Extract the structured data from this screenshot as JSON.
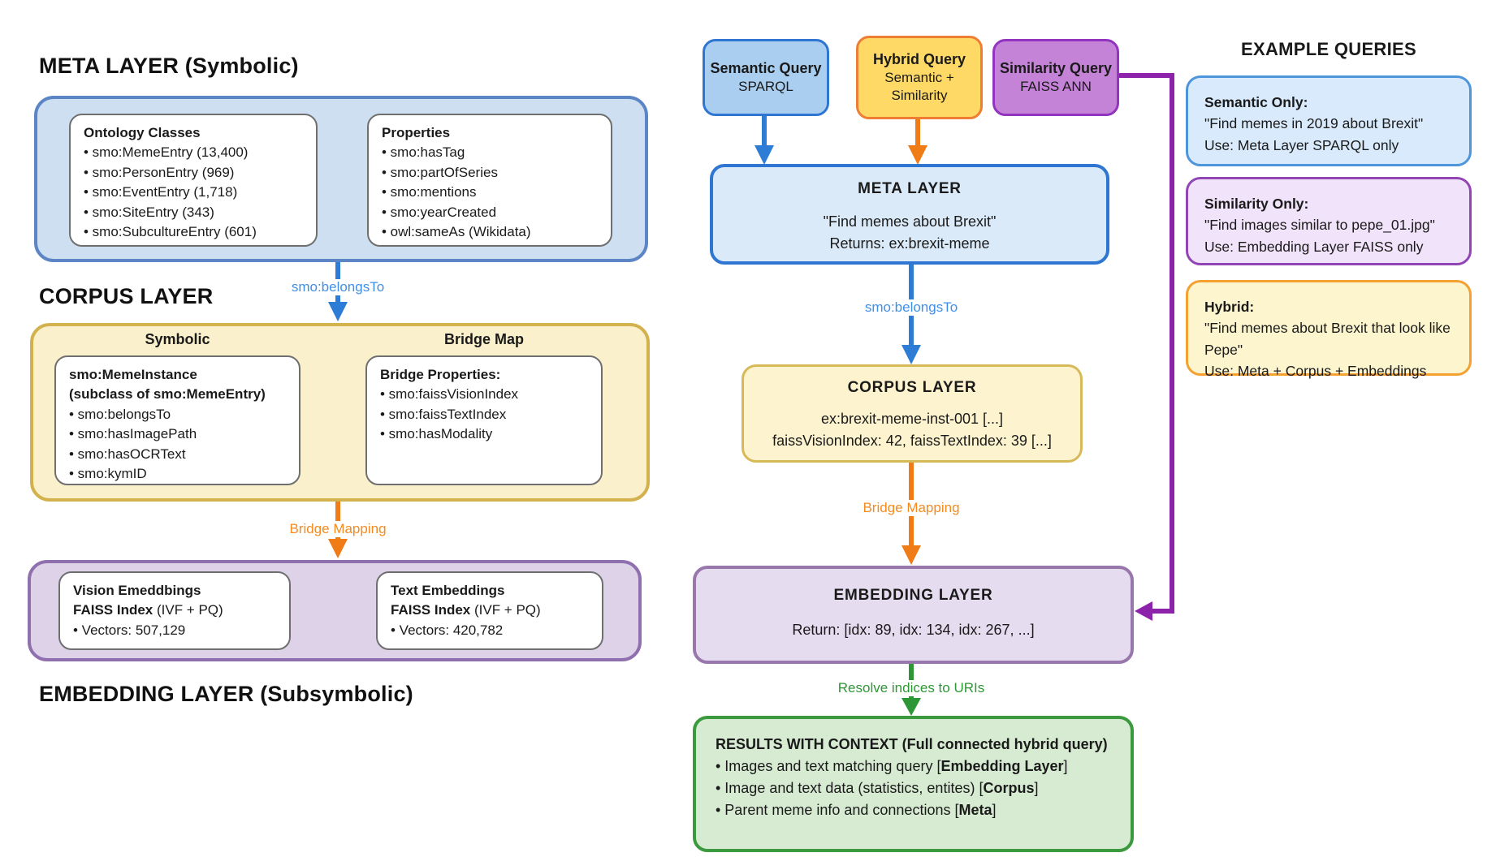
{
  "left": {
    "meta": {
      "title": "META LAYER (Symbolic)",
      "ontology": {
        "title": "Ontology Classes",
        "items": [
          "• smo:MemeEntry (13,400)",
          "• smo:PersonEntry (969)",
          "• smo:EventEntry (1,718)",
          "• smo:SiteEntry (343)",
          "• smo:SubcultureEntry (601)"
        ]
      },
      "properties": {
        "title": "Properties",
        "items": [
          "• smo:hasTag",
          "• smo:partOfSeries",
          "• smo:mentions",
          "• smo:yearCreated",
          "• owl:sameAs (Wikidata)"
        ]
      }
    },
    "belongs_label": "smo:belongsTo",
    "corpus": {
      "title": "CORPUS LAYER",
      "symbolic_header": "Symbolic",
      "bridge_header": "Bridge Map",
      "meme_instance": {
        "title_line1": "smo:MemeInstance",
        "title_line2": "(subclass of smo:MemeEntry)",
        "items": [
          "• smo:belongsTo",
          "• smo:hasImagePath",
          "• smo:hasOCRText",
          "• smo:kymID"
        ]
      },
      "bridge_props": {
        "title": "Bridge Properties:",
        "items": [
          "• smo:faissVisionIndex",
          "• smo:faissTextIndex",
          "• smo:hasModality"
        ]
      }
    },
    "bridge_label": "Bridge Mapping",
    "embedding": {
      "title": "EMBEDDING LAYER (Subsymbolic)",
      "vision": {
        "line1_bold": "Vision Emeddbings",
        "line2_bold": "FAISS Index",
        "line2_rest": " (IVF + PQ)",
        "line3": "• Vectors: 507,129"
      },
      "text": {
        "line1_bold": "Text Embeddings",
        "line2_bold": "FAISS Index",
        "line2_rest": " (IVF + PQ)",
        "line3": "• Vectors: 420,782"
      }
    }
  },
  "flow": {
    "queries": [
      {
        "title": "Semantic Query",
        "line1": "SPARQL",
        "line2": ""
      },
      {
        "title": "Hybrid Query",
        "line1": "Semantic +",
        "line2": "Similarity"
      },
      {
        "title": "Similarity Query",
        "line1": "FAISS ANN",
        "line2": ""
      }
    ],
    "meta_box": {
      "title": "META LAYER",
      "line1": "\"Find memes about Brexit\"",
      "line2": "Returns: ex:brexit-meme"
    },
    "belongs_label": "smo:belongsTo",
    "corpus_box": {
      "title": "CORPUS LAYER",
      "line1": "ex:brexit-meme-inst-001 [...]",
      "line2": "faissVisionIndex: 42, faissTextIndex: 39 [...]"
    },
    "bridge_label": "Bridge Mapping",
    "embedding_box": {
      "title": "EMBEDDING LAYER",
      "line1": "Return: [idx: 89, idx: 134, idx: 267, ...]"
    },
    "resolve_label": "Resolve indices to URIs",
    "results": {
      "title": "RESULTS WITH CONTEXT (Full connected hybrid query)",
      "bullets": [
        {
          "pre": "• Images and text matching query [",
          "bold": "Embedding Layer",
          "post": "]"
        },
        {
          "pre": "• Image and text data (statistics, entites) [",
          "bold": "Corpus",
          "post": "]"
        },
        {
          "pre": "• Parent meme info and connections [",
          "bold": "Meta",
          "post": "]"
        }
      ]
    }
  },
  "examples": {
    "heading": "EXAMPLE QUERIES",
    "cards": [
      {
        "title": "Semantic Only:",
        "line1": "\"Find memes in 2019 about Brexit\"",
        "line2": "Use: Meta Layer SPARQL only"
      },
      {
        "title": "Similarity Only:",
        "line1": "\"Find images similar to pepe_01.jpg\"",
        "line2": "Use: Embedding Layer FAISS only"
      },
      {
        "title": "Hybrid:",
        "line1": "\"Find memes about Brexit that look like Pepe\"",
        "line2": "Use: Meta + Corpus + Embeddings"
      }
    ]
  },
  "colors": {
    "blue_arrow": "#2d7dd6",
    "orange_arrow": "#f07c17",
    "purple_arrow": "#8e23ab",
    "green_arrow": "#2e9735",
    "meta_container_fill": "#cedff2",
    "meta_container_border": "#5c85c6",
    "corpus_container_fill": "#faf0cc",
    "corpus_container_border": "#d3b24e",
    "embed_container_fill": "#ddd2e8",
    "embed_container_border": "#906faf",
    "meta_node_fill": "#dbeaf8",
    "corpus_node_fill": "#fdf3ce",
    "embed_node_fill": "#e6dcef",
    "results_fill": "#d7ebd3",
    "results_border": "#3b9a3e",
    "query_blue_fill": "#a9cef0",
    "query_yellow_fill": "#ffd966",
    "query_yellow_border": "#ee7e33",
    "query_purple_fill": "#c583d8",
    "query_purple_border": "#9234c0"
  }
}
